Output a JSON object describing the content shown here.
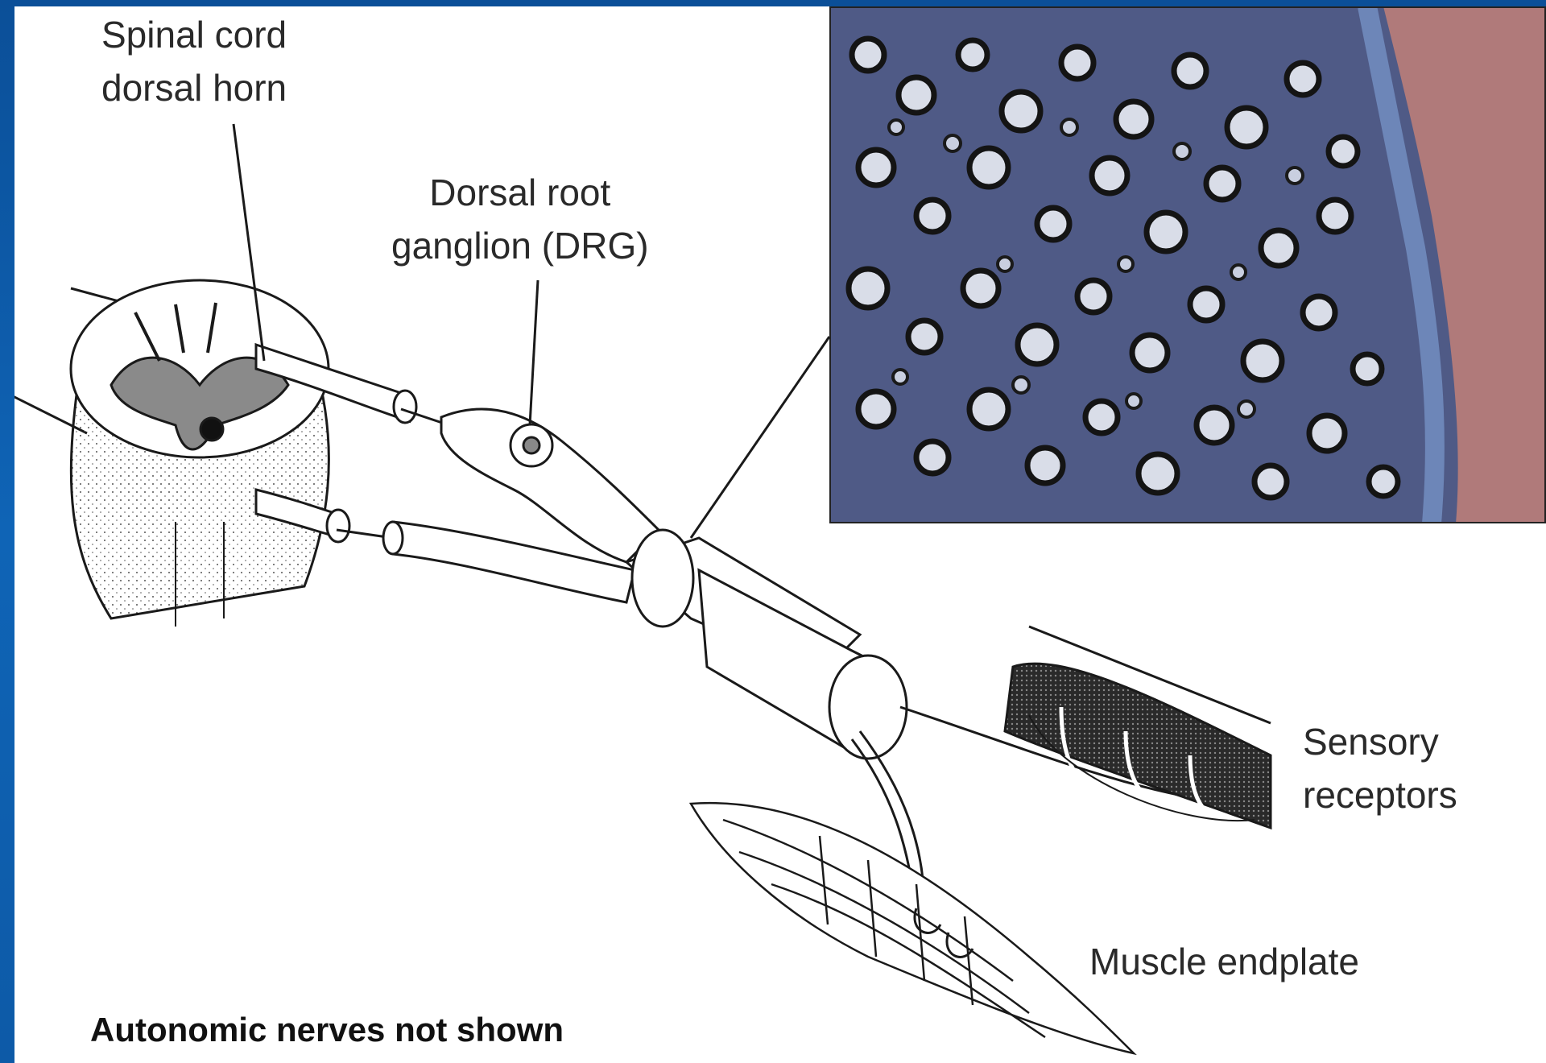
{
  "labels": {
    "spinal_cord_line1": "Spinal cord",
    "spinal_cord_line2": "dorsal horn",
    "drg_line1": "Dorsal root",
    "drg_line2": "ganglion (DRG)",
    "sensory_line1": "Sensory",
    "sensory_line2": "receptors",
    "muscle": "Muscle endplate"
  },
  "footnote": "Autonomic nerves not shown",
  "colors": {
    "slide_background": "#0d5aa7",
    "diagram_background": "#ffffff",
    "line_art": "#1a1a1a",
    "micrograph_base": "#4f5a86",
    "micrograph_tissue": "#b07a7a"
  }
}
